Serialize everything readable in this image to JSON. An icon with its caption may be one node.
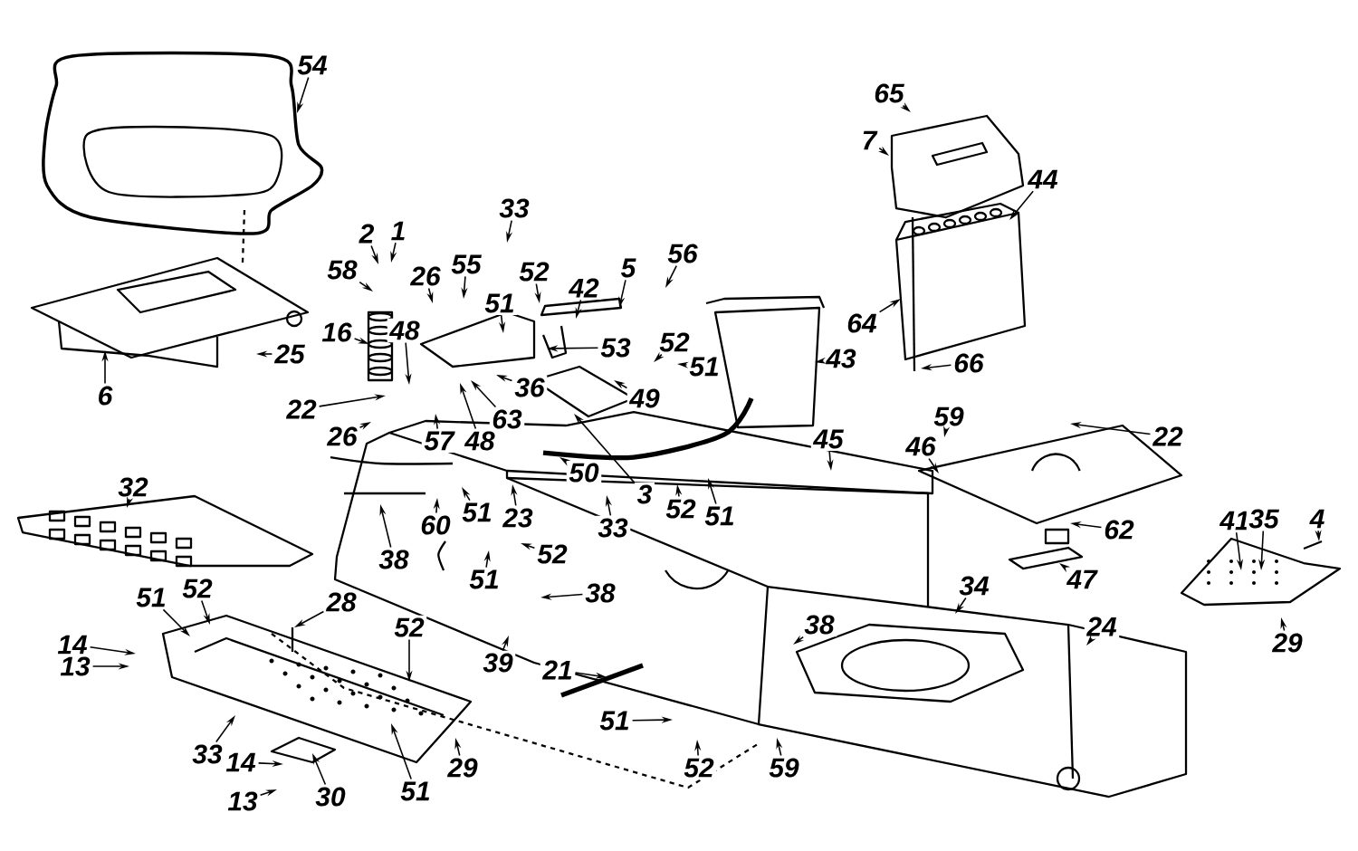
{
  "diagram": {
    "nodes": [
      {
        "text": [
          "54"
        ]
      },
      {
        "text": [
          "65"
        ]
      },
      {
        "text": [
          "7"
        ]
      },
      {
        "text": [
          "44"
        ]
      },
      {
        "text": [
          "2"
        ]
      },
      {
        "text": [
          "1"
        ]
      },
      {
        "text": [
          "33"
        ]
      },
      {
        "text": [
          "58"
        ]
      },
      {
        "text": [
          "26"
        ]
      },
      {
        "text": [
          "55"
        ]
      },
      {
        "text": [
          "51"
        ]
      },
      {
        "text": [
          "52"
        ]
      },
      {
        "text": [
          "42"
        ]
      },
      {
        "text": [
          "5"
        ]
      },
      {
        "text": [
          "56"
        ]
      },
      {
        "text": [
          "64"
        ]
      },
      {
        "text": [
          "16"
        ]
      },
      {
        "text": [
          "48"
        ]
      },
      {
        "text": [
          "53"
        ]
      },
      {
        "text": [
          "52"
        ]
      },
      {
        "text": [
          "43"
        ]
      },
      {
        "text": [
          "66"
        ]
      },
      {
        "text": [
          "6"
        ]
      },
      {
        "text": [
          "25"
        ]
      },
      {
        "text": [
          "36"
        ]
      },
      {
        "text": [
          "49"
        ]
      },
      {
        "text": [
          "51"
        ]
      },
      {
        "text": [
          "22"
        ]
      },
      {
        "text": [
          "63"
        ]
      },
      {
        "text": [
          "26"
        ]
      },
      {
        "text": [
          "57"
        ]
      },
      {
        "text": [
          "48"
        ]
      },
      {
        "text": [
          "59"
        ]
      },
      {
        "text": [
          "22"
        ]
      },
      {
        "text": [
          "46"
        ]
      },
      {
        "text": [
          "32"
        ]
      },
      {
        "text": [
          "50"
        ]
      },
      {
        "text": [
          "3"
        ]
      },
      {
        "text": [
          "45"
        ]
      },
      {
        "text": [
          "52"
        ]
      },
      {
        "text": [
          "51"
        ]
      },
      {
        "text": [
          "60"
        ]
      },
      {
        "text": [
          "51"
        ]
      },
      {
        "text": [
          "23"
        ]
      },
      {
        "text": [
          "33"
        ]
      },
      {
        "text": [
          "52"
        ]
      },
      {
        "text": [
          "38"
        ]
      },
      {
        "text": [
          "51"
        ]
      },
      {
        "text": [
          "62"
        ]
      },
      {
        "text": [
          "47"
        ]
      },
      {
        "text": [
          "4"
        ]
      },
      {
        "text": [
          "41"
        ]
      },
      {
        "text": [
          "35"
        ]
      },
      {
        "text": [
          "34"
        ]
      },
      {
        "text": [
          "24"
        ]
      },
      {
        "text": [
          "29"
        ]
      },
      {
        "text": [
          "38"
        ]
      },
      {
        "text": [
          "51"
        ]
      },
      {
        "text": [
          "52"
        ]
      },
      {
        "text": [
          "28"
        ]
      },
      {
        "text": [
          "14"
        ]
      },
      {
        "text": [
          "13"
        ]
      },
      {
        "text": [
          "52"
        ]
      },
      {
        "text": [
          "39"
        ]
      },
      {
        "text": [
          "38"
        ]
      },
      {
        "text": [
          "21"
        ]
      },
      {
        "text": [
          "51"
        ]
      },
      {
        "text": [
          "52"
        ]
      },
      {
        "text": [
          "59"
        ]
      },
      {
        "text": [
          "33"
        ]
      },
      {
        "text": [
          "14"
        ]
      },
      {
        "text": [
          "29"
        ]
      },
      {
        "text": [
          "13"
        ]
      },
      {
        "text": [
          "30"
        ]
      },
      {
        "text": [
          "51"
        ]
      }
    ],
    "edges": [
      {
        "from": 0,
        "to": null,
        "arrow": "to"
      },
      {
        "from": 1,
        "to": null,
        "arrow": "to"
      },
      {
        "from": 2,
        "to": null,
        "arrow": "to"
      },
      {
        "from": 3,
        "to": null,
        "arrow": "to"
      },
      {
        "from": 4,
        "to": null,
        "arrow": "to"
      },
      {
        "from": 5,
        "to": null,
        "arrow": "to"
      },
      {
        "from": 6,
        "to": null,
        "arrow": "to"
      },
      {
        "from": 7,
        "to": null,
        "arrow": "to"
      },
      {
        "from": 8,
        "to": null,
        "arrow": "to"
      },
      {
        "from": 9,
        "to": null,
        "arrow": "to"
      },
      {
        "from": 10,
        "to": null,
        "arrow": "to"
      },
      {
        "from": 11,
        "to": null,
        "arrow": "to"
      },
      {
        "from": 12,
        "to": null,
        "arrow": "to"
      },
      {
        "from": 13,
        "to": null,
        "arrow": "to"
      },
      {
        "from": 14,
        "to": null,
        "arrow": "to"
      },
      {
        "from": 15,
        "to": null,
        "arrow": "to"
      },
      {
        "from": 16,
        "to": null,
        "arrow": "to"
      },
      {
        "from": 17,
        "to": null,
        "arrow": "to"
      },
      {
        "from": 18,
        "to": null,
        "arrow": "to"
      },
      {
        "from": 19,
        "to": null,
        "arrow": "to"
      },
      {
        "from": 20,
        "to": null,
        "arrow": "to"
      },
      {
        "from": 21,
        "to": null,
        "arrow": "to"
      },
      {
        "from": 22,
        "to": null,
        "arrow": "to"
      },
      {
        "from": 23,
        "to": null,
        "arrow": "to"
      },
      {
        "from": 24,
        "to": null,
        "arrow": "to"
      },
      {
        "from": 25,
        "to": null,
        "arrow": "to"
      },
      {
        "from": 26,
        "to": null,
        "arrow": "to"
      },
      {
        "from": 27,
        "to": null,
        "arrow": "to"
      },
      {
        "from": 28,
        "to": null,
        "arrow": "to"
      },
      {
        "from": 29,
        "to": null,
        "arrow": "to"
      },
      {
        "from": 30,
        "to": null,
        "arrow": "to"
      },
      {
        "from": 31,
        "to": null,
        "arrow": "to"
      },
      {
        "from": 32,
        "to": null,
        "arrow": "to"
      },
      {
        "from": 33,
        "to": null,
        "arrow": "to"
      },
      {
        "from": 34,
        "to": null,
        "arrow": "to"
      },
      {
        "from": 35,
        "to": null,
        "arrow": "to"
      },
      {
        "from": 36,
        "to": null,
        "arrow": "to"
      },
      {
        "from": 37,
        "to": null,
        "arrow": "to"
      },
      {
        "from": 38,
        "to": null,
        "arrow": "to"
      },
      {
        "from": 39,
        "to": null,
        "arrow": "to"
      },
      {
        "from": 40,
        "to": null,
        "arrow": "to"
      },
      {
        "from": 41,
        "to": null,
        "arrow": "to"
      },
      {
        "from": 42,
        "to": null,
        "arrow": "to"
      },
      {
        "from": 43,
        "to": null,
        "arrow": "to"
      },
      {
        "from": 44,
        "to": null,
        "arrow": "to"
      },
      {
        "from": 45,
        "to": null,
        "arrow": "to"
      },
      {
        "from": 46,
        "to": null,
        "arrow": "to"
      },
      {
        "from": 47,
        "to": null,
        "arrow": "to"
      },
      {
        "from": 48,
        "to": null,
        "arrow": "to"
      },
      {
        "from": 49,
        "to": null,
        "arrow": "to"
      },
      {
        "from": 50,
        "to": null,
        "arrow": "to"
      },
      {
        "from": 51,
        "to": null,
        "arrow": "to"
      },
      {
        "from": 52,
        "to": null,
        "arrow": "to"
      },
      {
        "from": 53,
        "to": null,
        "arrow": "to"
      },
      {
        "from": 54,
        "to": null,
        "arrow": "to"
      },
      {
        "from": 55,
        "to": null,
        "arrow": "to"
      },
      {
        "from": 56,
        "to": null,
        "arrow": "to"
      },
      {
        "from": 57,
        "to": null,
        "arrow": "to"
      },
      {
        "from": 58,
        "to": null,
        "arrow": "to"
      },
      {
        "from": 59,
        "to": null,
        "arrow": "to"
      },
      {
        "from": 60,
        "to": null,
        "arrow": "to"
      },
      {
        "from": 61,
        "to": null,
        "arrow": "to"
      },
      {
        "from": 62,
        "to": null,
        "arrow": "to"
      },
      {
        "from": 63,
        "to": null,
        "arrow": "to"
      },
      {
        "from": 64,
        "to": null,
        "arrow": "to"
      },
      {
        "from": 65,
        "to": null,
        "arrow": "to"
      },
      {
        "from": 66,
        "to": null,
        "arrow": "to"
      },
      {
        "from": 67,
        "to": null,
        "arrow": "to"
      },
      {
        "from": 68,
        "to": null,
        "arrow": "to"
      },
      {
        "from": 69,
        "to": null,
        "arrow": "to"
      },
      {
        "from": 70,
        "to": null,
        "arrow": "to"
      },
      {
        "from": 71,
        "to": null,
        "arrow": "to"
      },
      {
        "from": 72,
        "to": null,
        "arrow": "to"
      },
      {
        "from": 73,
        "to": null,
        "arrow": "to"
      },
      {
        "from": 74,
        "to": null,
        "arrow": "to"
      }
    ]
  }
}
